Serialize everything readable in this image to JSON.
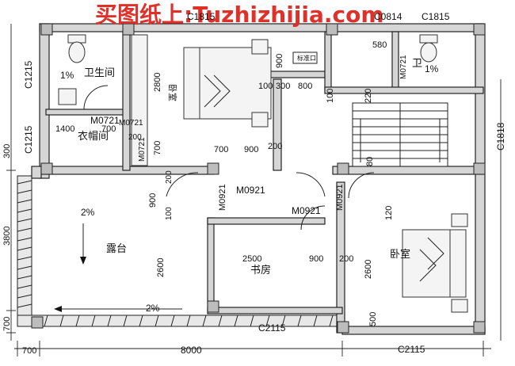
{
  "watermark": "买图纸上:Tuzhizhijia.com",
  "rooms": {
    "bathroom_left": "卫生间",
    "bathroom_left_slope": "1%",
    "bathroom_right": "卫",
    "bathroom_right_slope": "1%",
    "closet": "衣帽间",
    "bedroom_top": "卧室",
    "bedroom_right": "卧室",
    "terrace": "露台",
    "terrace_slope_1": "2%",
    "terrace_slope_2": "2%",
    "study": "书房",
    "sign": "标准口"
  },
  "windows": {
    "w1": "C1215",
    "w2": "C1215",
    "w3": "C1818",
    "w4": "C0814",
    "w5": "C1815",
    "w6": "C2115",
    "w7": "C2115",
    "w8": "C1815"
  },
  "doors": {
    "d1": "M0721",
    "d2": "M0721",
    "d3": "M0921",
    "d4": "M0921",
    "d5": "M0921",
    "d6": "M0921",
    "d7": "M0721",
    "d8": "M0721"
  },
  "dims": {
    "d_1400": "1400",
    "d_700a": "700",
    "d_200a": "200",
    "d_2800": "2800",
    "d_700b": "700",
    "d_100a": "100",
    "d_300": "300",
    "d_800": "800",
    "d_900a": "900",
    "d_700c": "700",
    "d_900b": "900",
    "d_200b": "200",
    "d_100b": "100",
    "d_220": "220",
    "d_80": "80",
    "d_580": "580",
    "d_900c": "900",
    "d_200c": "200",
    "d_100c": "100",
    "d_2600a": "2600",
    "d_2600b": "2600",
    "d_2600c": "2600",
    "d_2500": "2500",
    "d_900d": "900",
    "d_200d": "200",
    "d_120": "120",
    "d_500": "500",
    "d_3800": "3800",
    "d_700d": "700",
    "d_300b": "300",
    "d_700e": "700",
    "d_8000": "8000"
  }
}
